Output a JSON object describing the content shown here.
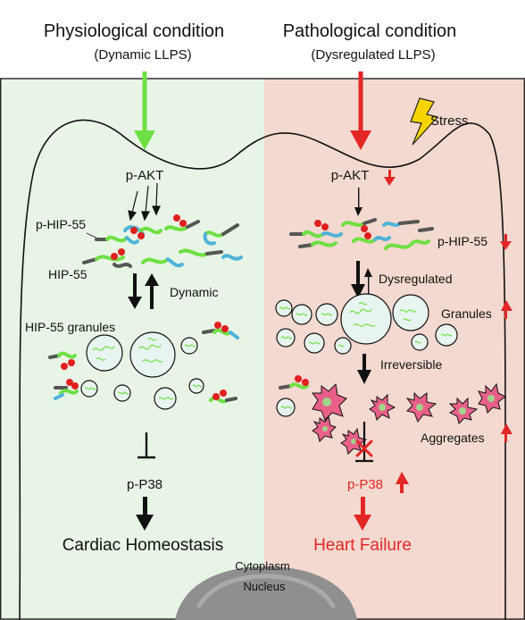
{
  "left": {
    "heading": "Physiological condition",
    "subheading": "(Dynamic LLPS)",
    "pakt": "p-AKT",
    "phip55": "p-HIP-55",
    "hip55": "HIP-55",
    "dynamic": "Dynamic",
    "granules": "HIP-55 granules",
    "pp38": "p-P38",
    "outcome": "Cardiac Homeostasis"
  },
  "right": {
    "heading": "Pathological condition",
    "subheading": "(Dysregulated LLPS)",
    "stress": "Stress",
    "pakt": "p-AKT",
    "phip55": "p-HIP-55",
    "dysregulated": "Dysregulated",
    "granules": "Granules",
    "irreversible": "Irreversible",
    "aggregates": "Aggregates",
    "pp38": "p-P38",
    "outcome": "Heart Failure"
  },
  "cell": {
    "cytoplasm": "Cytoplasm",
    "nucleus": "Nucleus"
  },
  "colors": {
    "left_bg": "#e8f5e6",
    "right_bg": "#f3d9cf",
    "green_arrow": "#6ee043",
    "red": "#e32626",
    "granule_fill": "#e8f4f0",
    "aggregate_fill": "#e8608a",
    "lightning": "#f5d400"
  }
}
